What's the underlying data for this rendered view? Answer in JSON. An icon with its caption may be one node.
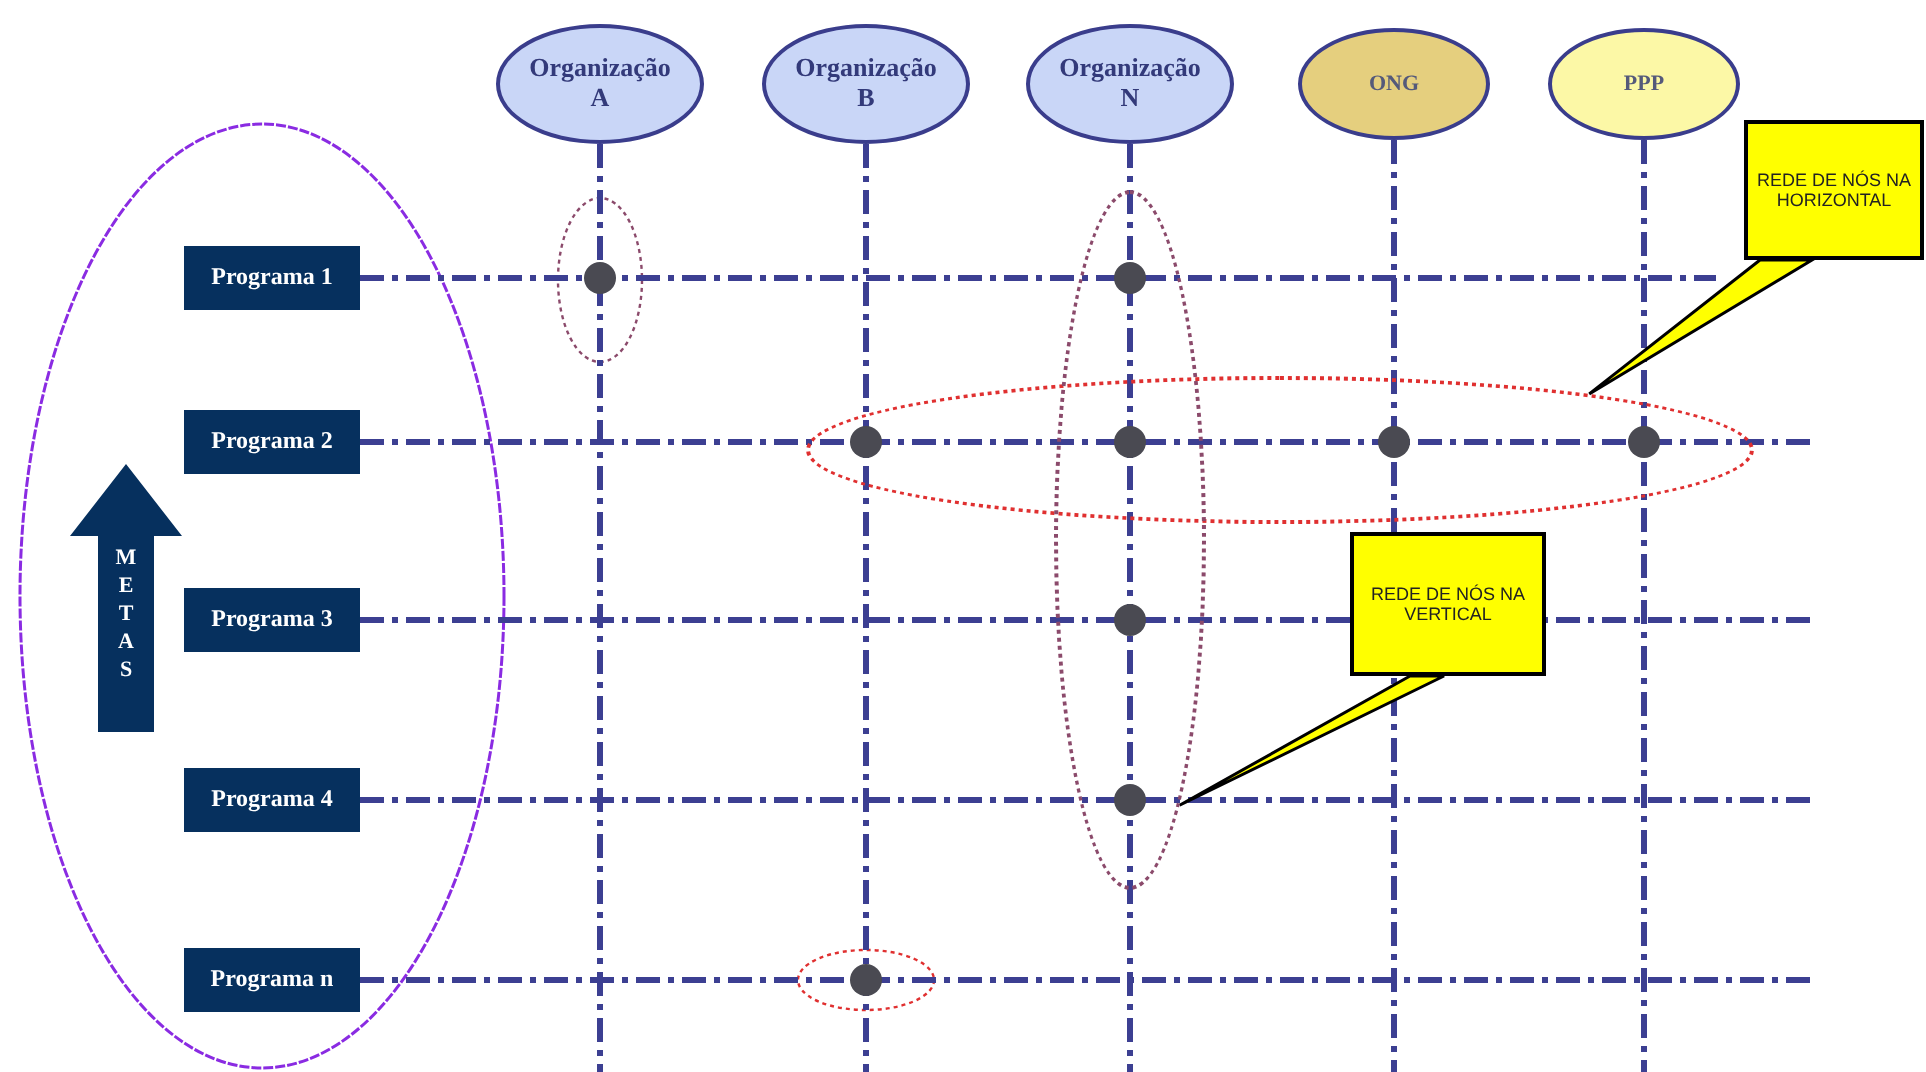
{
  "diagram": {
    "nodes": [
      {
        "text": [
          "Organização A"
        ]
      },
      {
        "text": [
          "Organização B"
        ]
      },
      {
        "text": [
          "Organização N"
        ]
      },
      {
        "text": [
          "ONG"
        ]
      },
      {
        "text": [
          "PPP"
        ]
      },
      {
        "text": [
          "Programa 1"
        ]
      },
      {
        "text": [
          "Programa 2"
        ]
      },
      {
        "text": [
          "Programa 3"
        ]
      },
      {
        "text": [
          "Programa 4"
        ]
      },
      {
        "text": [
          "Programa n"
        ]
      },
      {
        "text": [
          "METAS"
        ]
      },
      {
        "text": [
          "REDE DE NÓS NA HORIZONTAL"
        ]
      },
      {
        "text": [
          "REDE DE NÓS NA VERTICAL"
        ]
      },
      {
        "text": [],
        "shape": "ellipse"
      },
      {
        "text": [],
        "shape": "ellipse"
      }
    ],
    "edges": [
      {
        "from": 0,
        "to": null,
        "arrow": "none",
        "style": "dashed"
      },
      {
        "from": 1,
        "to": null,
        "arrow": "none",
        "style": "dashed"
      },
      {
        "from": 2,
        "to": null,
        "arrow": "none",
        "style": "dashed"
      },
      {
        "from": 3,
        "to": null,
        "arrow": "none",
        "style": "dashed"
      },
      {
        "from": 4,
        "to": null,
        "arrow": "none",
        "style": "dashed"
      },
      {
        "from": 5,
        "to": null,
        "arrow": "none",
        "style": "dashed"
      },
      {
        "from": 6,
        "to": null,
        "arrow": "none",
        "style": "dashed"
      },
      {
        "from": 7,
        "to": null,
        "arrow": "none",
        "style": "dashed"
      },
      {
        "from": 8,
        "to": null,
        "arrow": "none",
        "style": "dashed"
      },
      {
        "from": 9,
        "to": null,
        "arrow": "none",
        "style": "dashed"
      },
      {
        "from": 11,
        "to": 13,
        "arrow": "none",
        "color": "#000000"
      },
      {
        "from": 12,
        "to": 14,
        "arrow": "none",
        "color": "#000000"
      }
    ]
  }
}
